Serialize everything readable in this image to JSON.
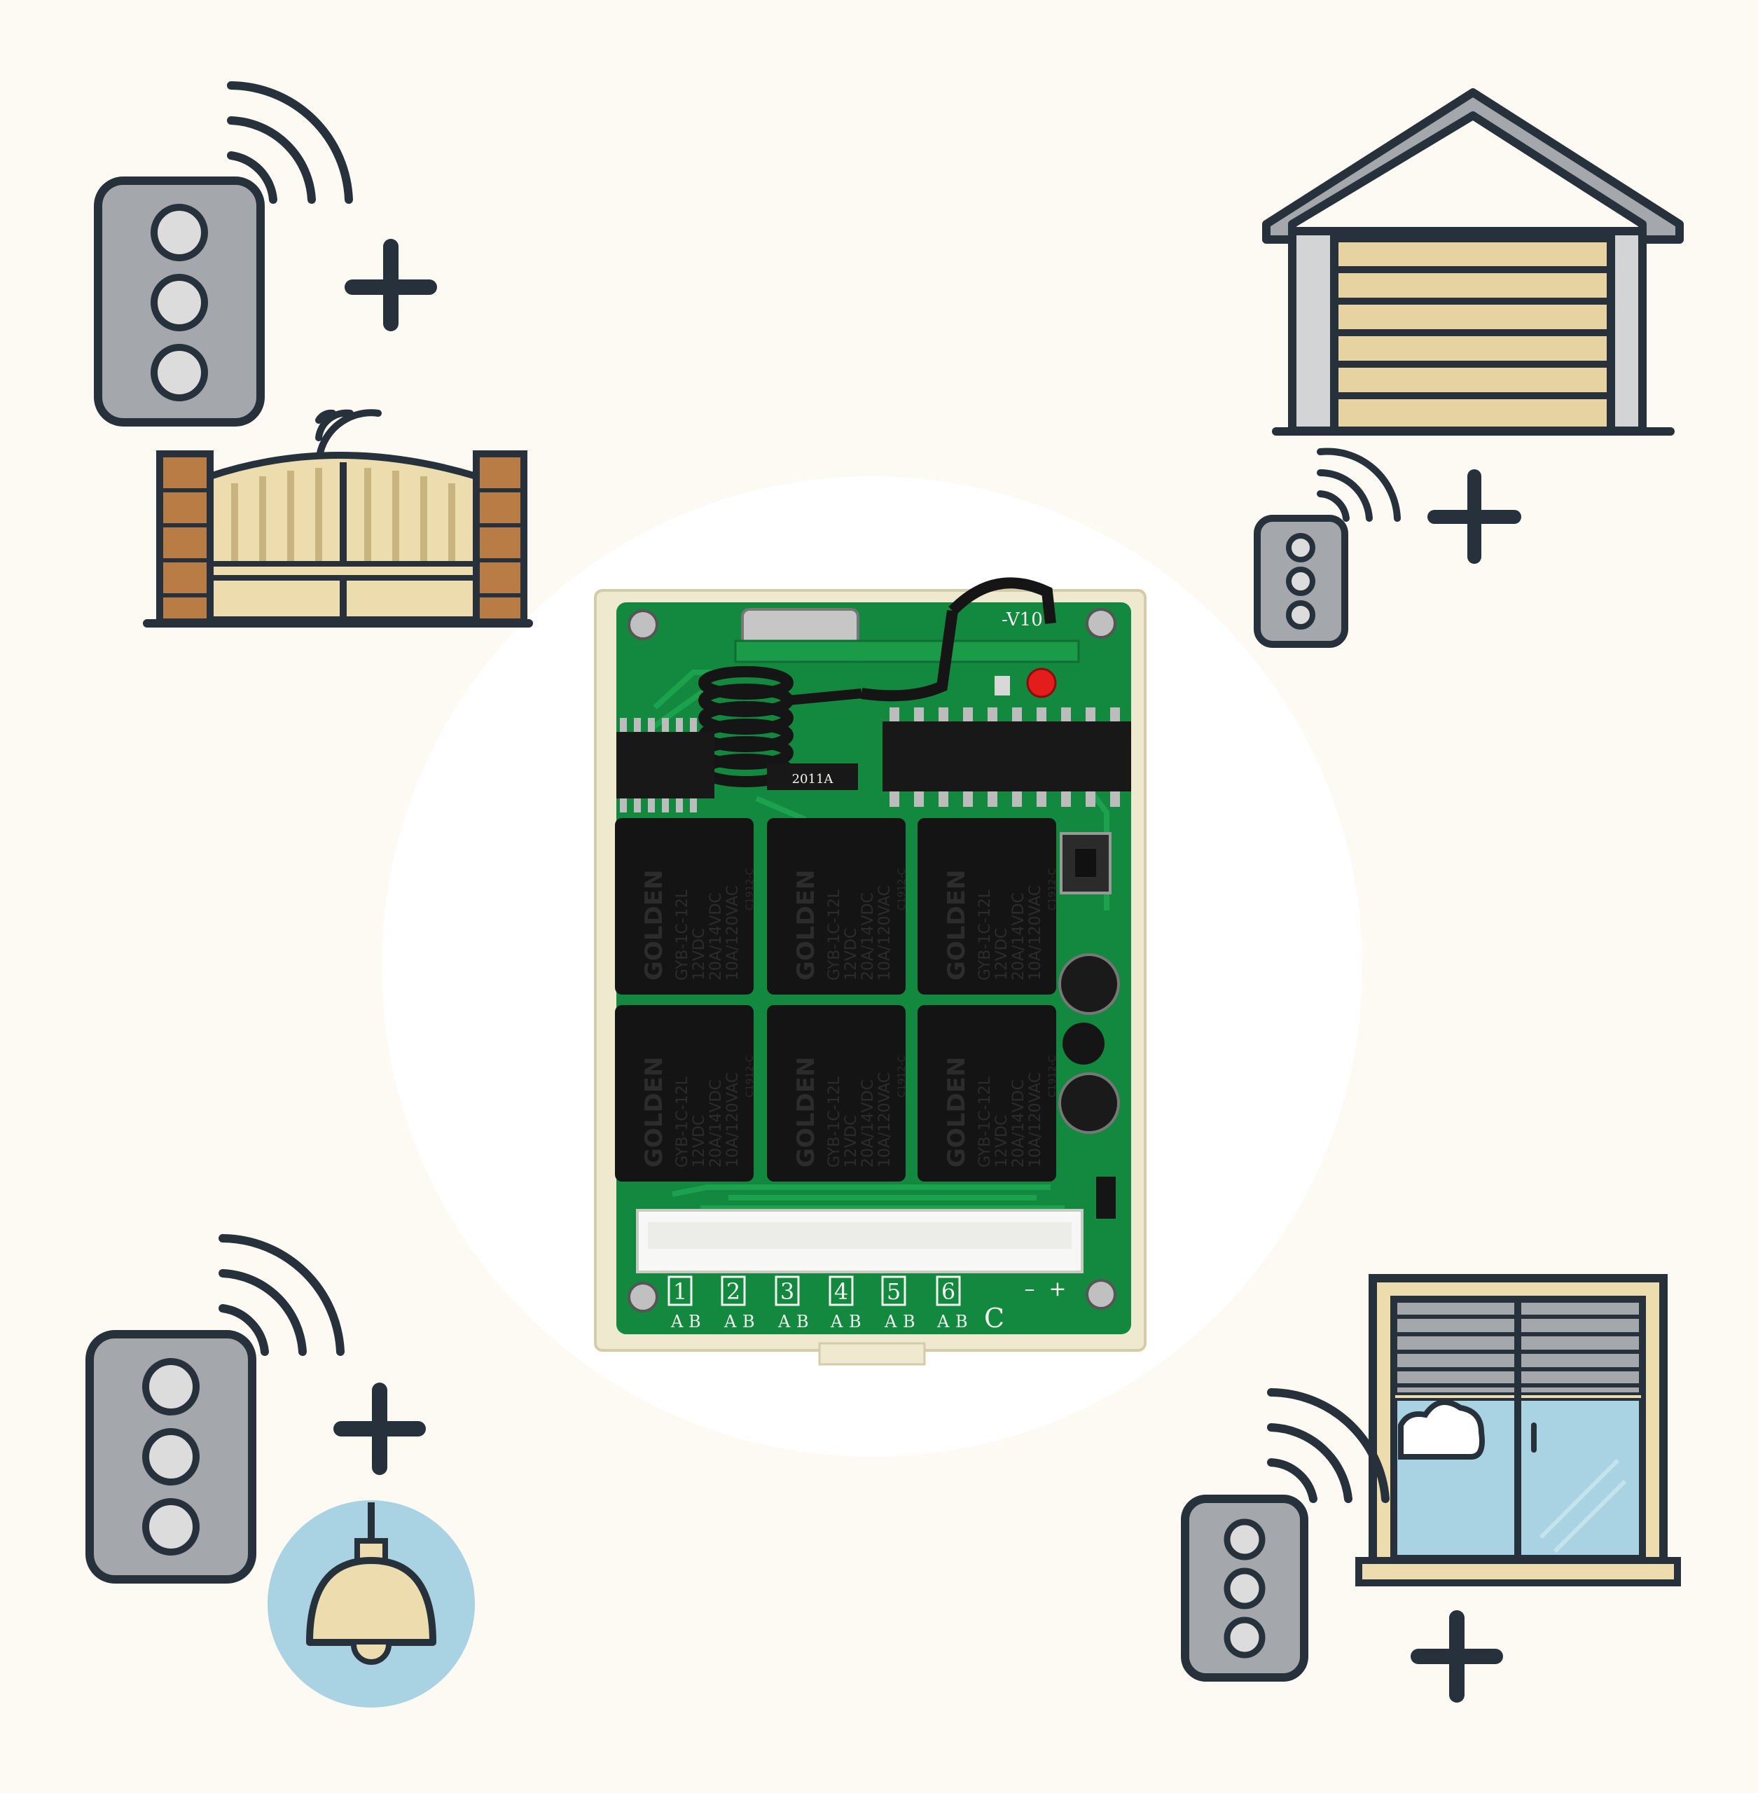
{
  "colors": {
    "background": "#fcfaf3",
    "outline": "#27313b",
    "remote_body": "#a4a7ab",
    "remote_button": "#dcdcdc",
    "gate_wood": "#ecdcae",
    "brick": "#b87c44",
    "garage_roof": "#a4a7ab",
    "garage_wall": "#d2d4d6",
    "garage_door": "#e6d3a1",
    "window_glass": "#a9d3e3",
    "window_frame": "#ecdcae",
    "lamp_circle": "#a9d3e3",
    "lamp_shade": "#ecdcae",
    "pcb_green": "#13883f",
    "pcb_housing": "#efe9cf",
    "relay_black": "#141414",
    "led_red": "#e31c1c",
    "connector_white": "#f7f7f5"
  },
  "icons": {
    "top_left": [
      "remote-icon",
      "signal-icon",
      "plus-icon",
      "gate-icon"
    ],
    "top_right": [
      "garage-icon",
      "remote-icon",
      "signal-icon",
      "plus-icon"
    ],
    "bottom_left": [
      "remote-icon",
      "signal-icon",
      "plus-icon",
      "pendant-lamp-icon"
    ],
    "bottom_right": [
      "window-blind-icon",
      "remote-icon",
      "signal-icon",
      "plus-icon"
    ]
  },
  "board": {
    "version": "-V10",
    "chip_marking": "2011A",
    "relays": [
      {
        "brand": "GOLDEN",
        "model": "GYB-1C-12L",
        "coil": "12VDC",
        "rating1": "20A/14VDC",
        "rating2": "10A/120VAC",
        "code": "C1912-C"
      },
      {
        "brand": "GOLDEN",
        "model": "GYB-1C-12L",
        "coil": "12VDC",
        "rating1": "20A/14VDC",
        "rating2": "10A/120VAC",
        "code": "C1912-C"
      },
      {
        "brand": "GOLDEN",
        "model": "GYB-1C-12L",
        "coil": "12VDC",
        "rating1": "20A/14VDC",
        "rating2": "10A/120VAC",
        "code": "C1912-C"
      },
      {
        "brand": "GOLDEN",
        "model": "GYB-1C-12L",
        "coil": "12VDC",
        "rating1": "20A/14VDC",
        "rating2": "10A/120VAC",
        "code": "C1912-C"
      },
      {
        "brand": "GOLDEN",
        "model": "GYB-1C-12L",
        "coil": "12VDC",
        "rating1": "20A/14VDC",
        "rating2": "10A/120VAC",
        "code": "C1912-C"
      },
      {
        "brand": "GOLDEN",
        "model": "GYB-1C-12L",
        "coil": "12VDC",
        "rating1": "20A/14VDC",
        "rating2": "10A/120VAC",
        "code": "C1912-C"
      }
    ],
    "channels": [
      "1",
      "2",
      "3",
      "4",
      "5",
      "6"
    ],
    "terminal_letters": [
      "A",
      "B",
      "A",
      "B",
      "A",
      "B",
      "A",
      "B",
      "A",
      "B",
      "A",
      "B",
      "C"
    ],
    "power": {
      "minus": "–",
      "plus": "+"
    }
  }
}
